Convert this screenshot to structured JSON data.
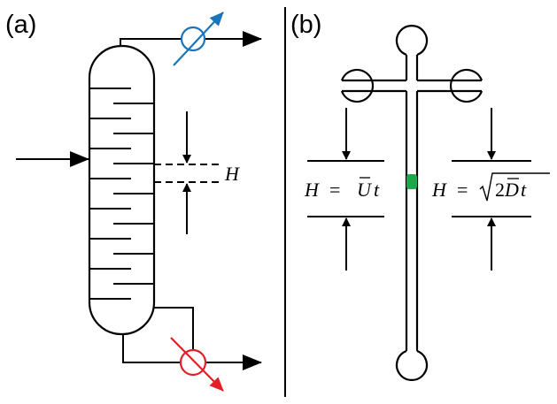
{
  "panel_a": {
    "label": "(a)",
    "height_symbol": "H",
    "condenser_color": "#1a75bb",
    "reboiler_color": "#e41e26"
  },
  "panel_b": {
    "label": "(b)",
    "convective_formula": {
      "lhs": "H",
      "equals": "=",
      "velocity_symbol": "U",
      "time_symbol": "t"
    },
    "diffusive_formula": {
      "lhs": "H",
      "equals": "=",
      "coefficient": "2",
      "diffusivity_symbol": "D",
      "time_symbol": "t"
    },
    "sample_plug_color": "#1aa84a"
  },
  "divider_color": "#000000"
}
